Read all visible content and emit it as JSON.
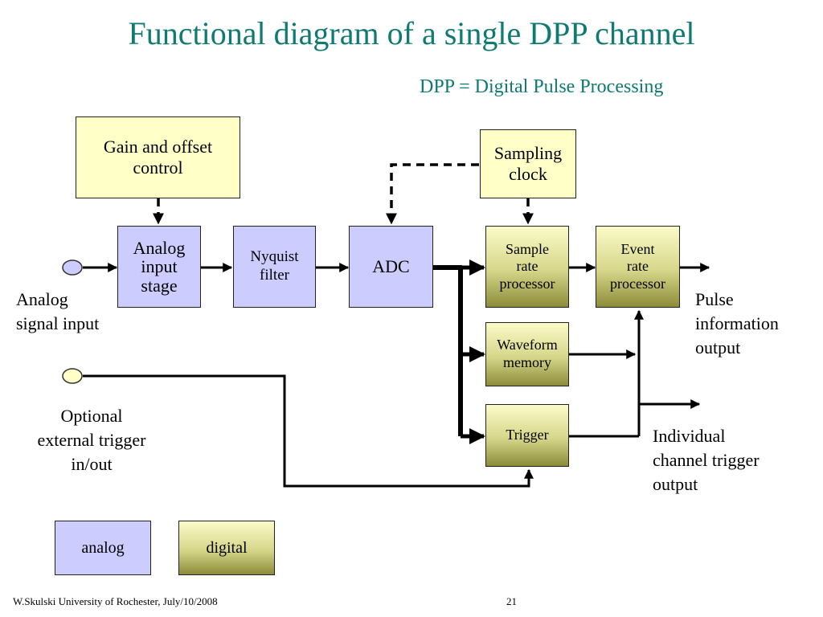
{
  "title": "Functional diagram of a single DPP channel",
  "subtitle": "DPP = Digital Pulse Processing",
  "blocks": {
    "gain": "Gain and offset\ncontrol",
    "clock": "Sampling\nclock",
    "analog_stage": "Analog\ninput\nstage",
    "nyquist": "Nyquist\nfilter",
    "adc": "ADC",
    "sample_rate": "Sample\nrate\nprocessor",
    "event_rate": "Event\nrate\nprocessor",
    "waveform": "Waveform\nmemory",
    "trigger": "Trigger"
  },
  "labels": {
    "analog_input": "Analog\nsignal input",
    "ext_trigger": "Optional\nexternal trigger\nin/out",
    "pulse_output": "Pulse\ninformation\noutput",
    "trigger_output": "Individual\nchannel trigger\noutput"
  },
  "legend": {
    "analog": "analog",
    "digital": "digital"
  },
  "footer": {
    "left": "W.Skulski  University of Rochester, July/10/2008",
    "page": "21"
  },
  "colors": {
    "title": "#0e7a72",
    "analog_block": "#ccccff",
    "digital_block": "#d6d68a",
    "control_block": "#ffffc8",
    "port": "#ccccff",
    "trigger_port": "#ffffc8"
  }
}
